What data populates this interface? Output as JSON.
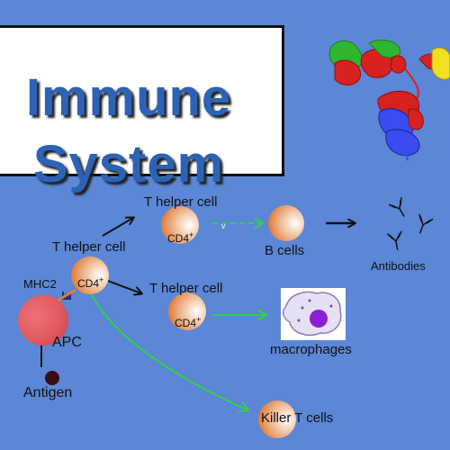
{
  "title": {
    "line1": "Immune",
    "line2": "System"
  },
  "nodes": {
    "th_top": {
      "label": "T helper cell",
      "marker": "CD4+"
    },
    "th_left": {
      "label": "T helper cell",
      "marker": "CD4+"
    },
    "th_mid": {
      "label": "T helper cell",
      "marker": "CD4+"
    },
    "b_cells": {
      "label": "B cells"
    },
    "antibodies": {
      "label": "Antibodies"
    },
    "macrophages": {
      "label": "macrophages"
    },
    "killer": {
      "label": "Killer T cells"
    },
    "apc": {
      "label": "APC"
    },
    "mhc2": {
      "label": "MHC2"
    },
    "antigen": {
      "label": "Antigen"
    },
    "small_v": {
      "label": "v"
    }
  },
  "colors": {
    "background": "#5b87d6",
    "title_text": "#2d62b4",
    "green_arrow": "#2fd24a",
    "black_arrow": "#111111",
    "cell_orange": "#e8884a",
    "apc_red": "#e8575c",
    "antigen_dark": "#3a0d10",
    "macrophage_purple": "#8a1fd6"
  },
  "icons": {
    "protein": "protein-structure-icon",
    "antibody": "antibody-icon"
  }
}
